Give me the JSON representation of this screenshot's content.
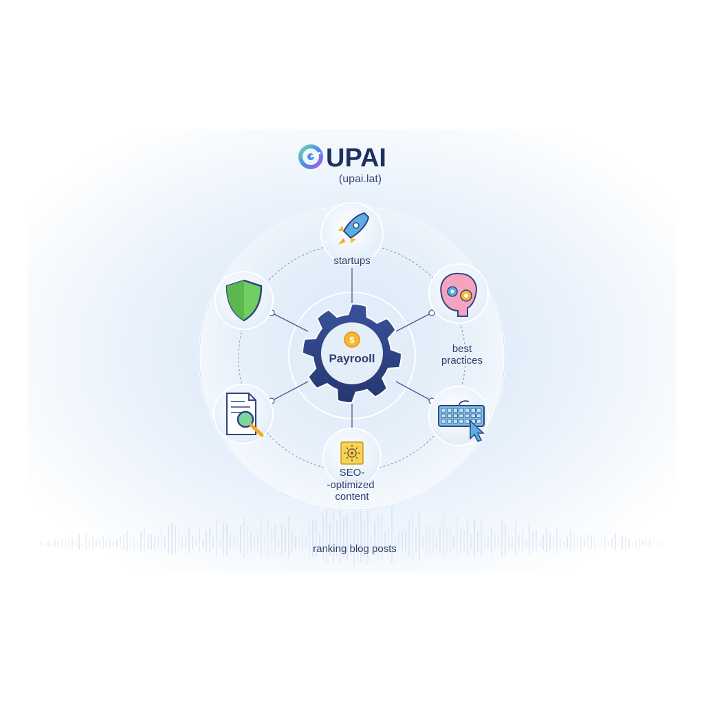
{
  "brand": {
    "name": "UPAI",
    "url": "(upai.lat)",
    "logo_icon": "circular-arrow-logo-icon"
  },
  "center": {
    "label": "Payrooll",
    "icon": "gear-icon",
    "badge_icon": "dollar-coin-icon",
    "color": "#2f4482"
  },
  "nodes": {
    "startups": {
      "label": "startups",
      "icon": "rocket-icon"
    },
    "security": {
      "icon": "shield-icon"
    },
    "best_practices": {
      "line1": "best",
      "line2": "practices",
      "icon": "brain-gears-icon"
    },
    "document_search": {
      "icon": "document-magnifier-icon"
    },
    "keyboard": {
      "icon": "keyboard-cursor-icon"
    },
    "seo": {
      "line1": "SEO-",
      "line2": "-optimized",
      "line3": "content",
      "icon": "sun-chip-icon"
    }
  },
  "footer": {
    "label": "ranking blog posts"
  },
  "colors": {
    "navy": "#2f4482",
    "text": "#2e3f6b",
    "shield_green": "#6fcf5f",
    "coin_gold": "#f5b82e",
    "keyboard_blue": "#7cc3e8",
    "background_blue": "#e4eef9"
  }
}
